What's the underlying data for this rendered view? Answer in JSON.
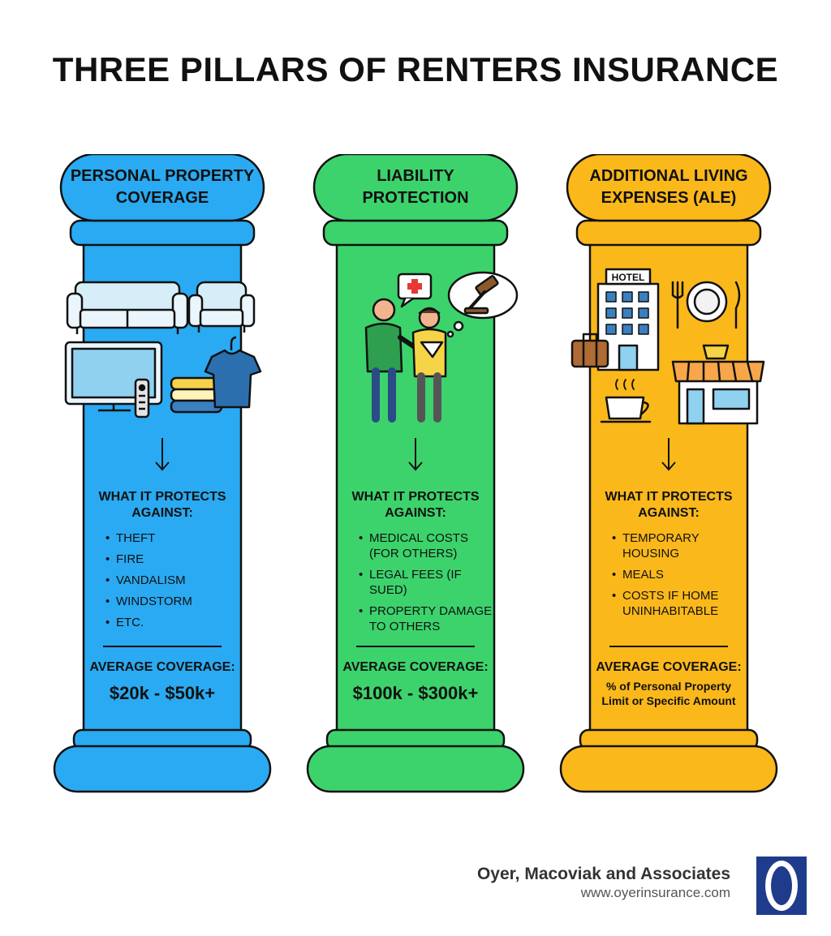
{
  "title": "THREE PILLARS OF RENTERS INSURANCE",
  "colors": {
    "personal_property": "#2aaaf2",
    "liability": "#3cd36c",
    "ale": "#fbb81a",
    "outline": "#111111"
  },
  "pillars": [
    {
      "heading_line1": "PERSONAL PROPERTY",
      "heading_line2": "COVERAGE",
      "icons": [
        "sofa-icon",
        "armchair-icon",
        "tv-icon",
        "remote-icon",
        "folded-clothes-icon",
        "tshirt-icon"
      ],
      "protects_line1": "WHAT IT PROTECTS",
      "protects_line2": "AGAINST:",
      "items": [
        "Theft",
        "Fire",
        "Vandalism",
        "Windstorm",
        "Etc."
      ],
      "avg_label": "AVERAGE COVERAGE:",
      "avg_value": "$20k - $50k+"
    },
    {
      "heading_line1": "LIABILITY",
      "heading_line2": "PROTECTION",
      "icons": [
        "people-injury-icon",
        "medical-cross-icon",
        "gavel-thought-icon"
      ],
      "protects_line1": "WHAT IT PROTECTS",
      "protects_line2": "AGAINST:",
      "items": [
        "Medical costs (for others)",
        "Legal fees (if sued)",
        "Property damage to others"
      ],
      "avg_label": "AVERAGE COVERAGE:",
      "avg_value": "$100k - $300k+"
    },
    {
      "heading_line1": "ADDITIONAL LIVING",
      "heading_line2": "EXPENSES (ALE)",
      "icons": [
        "hotel-icon",
        "suitcase-icon",
        "plate-cutlery-icon",
        "coffee-cup-icon",
        "storefront-icon"
      ],
      "hotel_sign": "HOTEL",
      "protects_line1": "WHAT IT PROTECTS",
      "protects_line2": "AGAINST:",
      "items": [
        "Temporary housing",
        "Meals",
        "Costs if home uninhabitable"
      ],
      "avg_label": "AVERAGE COVERAGE:",
      "avg_value": "% of Personal Property Limit or Specific Amount"
    }
  ],
  "footer": {
    "company": "Oyer, Macoviak and Associates",
    "url": "www.oyerinsurance.com"
  }
}
